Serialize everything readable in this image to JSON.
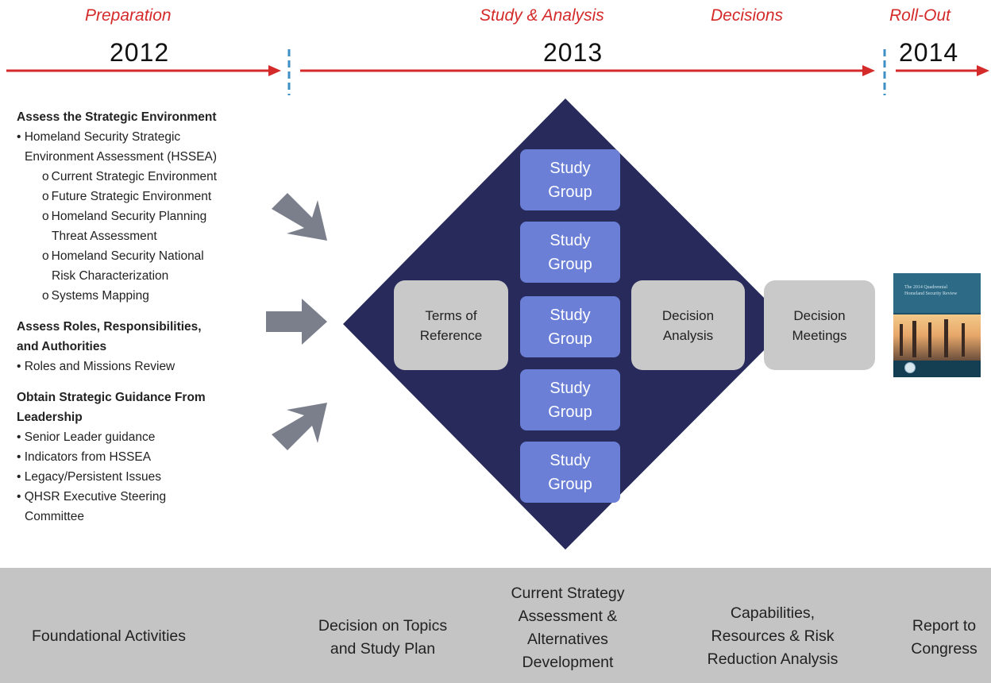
{
  "timeline": {
    "phases": [
      "Preparation",
      "Study & Analysis",
      "Decisions",
      "Roll-Out"
    ],
    "years": [
      "2012",
      "2013",
      "2014"
    ],
    "colors": {
      "arrow": "#d42a2a",
      "divider": "#3d8fc6"
    }
  },
  "left_panel": {
    "section1": {
      "heading": "Assess the Strategic Environment",
      "bullet": [
        "Homeland Security Strategic",
        "Environment Assessment (HSSEA)"
      ],
      "subitems": [
        [
          "Current Strategic Environment"
        ],
        [
          "Future Strategic Environment"
        ],
        [
          "Homeland Security Planning",
          "Threat  Assessment"
        ],
        [
          "Homeland Security National",
          "Risk Characterization"
        ],
        [
          "Systems Mapping"
        ]
      ]
    },
    "section2": {
      "heading": [
        "Assess Roles, Responsibilities,",
        "and Authorities"
      ],
      "bullets": [
        "Roles and Missions Review"
      ]
    },
    "section3": {
      "heading": [
        "Obtain Strategic Guidance From",
        "Leadership"
      ],
      "bullets": [
        [
          "Senior Leader guidance"
        ],
        [
          "Indicators from HSSEA"
        ],
        [
          "Legacy/Persistent Issues"
        ],
        [
          "QHSR Executive Steering",
          "Committee"
        ]
      ]
    }
  },
  "diamond": {
    "color": "#272a5a",
    "study_groups": [
      [
        "Study",
        "Group"
      ],
      [
        "Study",
        "Group"
      ],
      [
        "Study",
        "Group"
      ],
      [
        "Study",
        "Group"
      ],
      [
        "Study",
        "Group"
      ]
    ],
    "terms_of_reference": [
      "Terms of",
      "Reference"
    ],
    "decision_analysis": [
      "Decision",
      "Analysis"
    ]
  },
  "decision_meetings": [
    "Decision",
    "Meetings"
  ],
  "report_cover": {
    "title": [
      "The 2014 Quadrennial",
      "Homeland Security Review"
    ]
  },
  "bottom_bar": {
    "labels": [
      [
        "Foundational Activities"
      ],
      [
        "Decision on Topics",
        "and Study Plan"
      ],
      [
        "Current Strategy",
        "Assessment &",
        "Alternatives",
        "Development"
      ],
      [
        "Capabilities,",
        "Resources & Risk",
        "Reduction Analysis"
      ],
      [
        "Report to",
        "Congress"
      ]
    ]
  }
}
